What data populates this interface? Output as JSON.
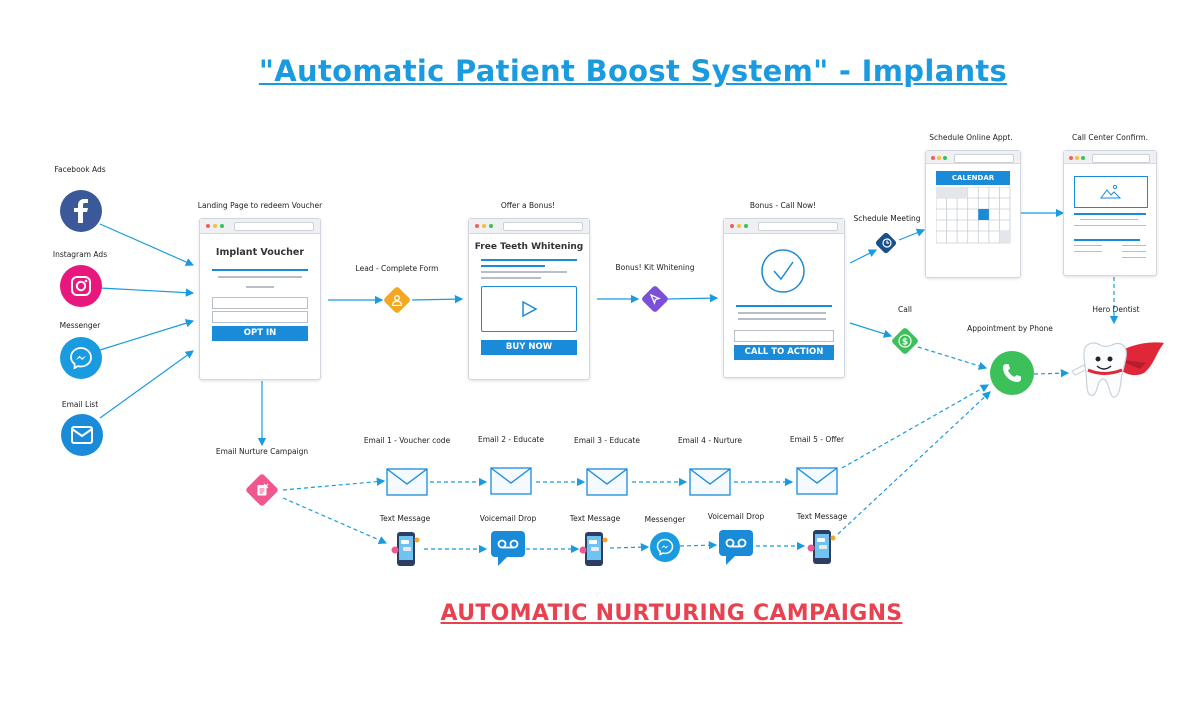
{
  "title": "\"Automatic Patient Boost System\" - Implants",
  "subtitle": "AUTOMATIC NURTURING CAMPAIGNS",
  "sources": [
    {
      "label": "Facebook Ads",
      "icon": "facebook-icon",
      "color": "#3b5998"
    },
    {
      "label": "Instagram Ads",
      "icon": "instagram-icon",
      "color": "#e8177d"
    },
    {
      "label": "Messenger",
      "icon": "messenger-icon",
      "color": "#1a9be0"
    },
    {
      "label": "Email List",
      "icon": "email-icon",
      "color": "#1a8bd8"
    }
  ],
  "landing": {
    "label": "Landing Page to redeem Voucher",
    "heading": "Implant Voucher",
    "button": "OPT IN"
  },
  "step_lead": "Lead - Complete Form",
  "offer": {
    "label": "Offer a Bonus!",
    "heading": "Free Teeth Whitening",
    "button": "BUY NOW"
  },
  "step_kit": "Bonus! Kit Whitening",
  "bonus": {
    "label": "Bonus - Call Now!",
    "button": "CALL TO ACTION"
  },
  "schedule_meeting": "Schedule Meeting",
  "schedule_online": {
    "label": "Schedule Online Appt.",
    "calendar": "CALENDAR"
  },
  "call_center": "Call Center Confirm.",
  "hero_dentist": "Hero Dentist",
  "call": "Call",
  "appointment_phone": "Appointment by Phone",
  "email_campaign": "Email Nurture Campaign",
  "emails": [
    "Email 1 - Voucher code",
    "Email 2 - Educate",
    "Email 3 - Educate",
    "Email 4 - Nurture",
    "Email 5 - Offer"
  ],
  "sequence": [
    "Text Message",
    "Voicemail Drop",
    "Text Message",
    "Messenger",
    "Voicemail Drop",
    "Text Message"
  ],
  "colors": {
    "accent": "#1a9be0",
    "red": "#e8414f",
    "lead": "#f5a623",
    "kit": "#7b4fd6",
    "call": "#3cc15a",
    "nurture": "#f0578f"
  }
}
